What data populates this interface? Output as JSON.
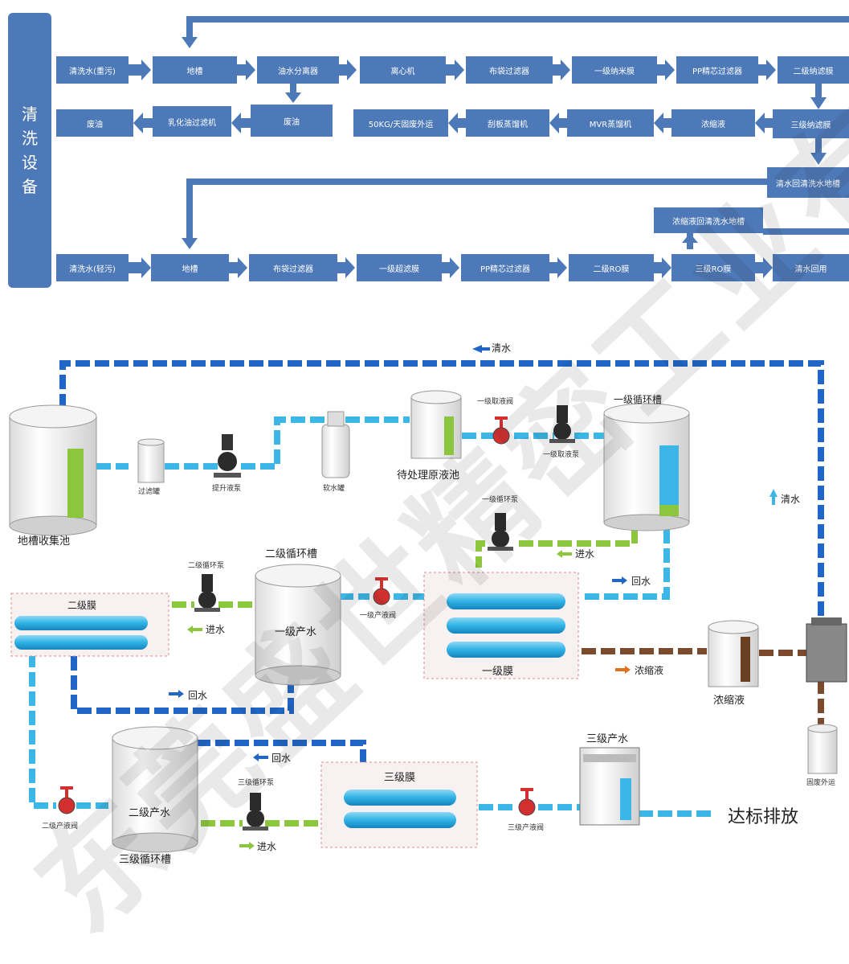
{
  "watermark": "东莞盛世精密工业有限公司",
  "top": {
    "side_label": "清洗设备",
    "row1": [
      "清洗水(重污)",
      "地槽",
      "油水分离器",
      "离心机",
      "布袋过滤器",
      "一级纳米膜",
      "PP精芯过滤器",
      "二级纳滤膜"
    ],
    "row2": [
      "废油",
      "乳化油过滤机",
      "废油",
      "50KG/天固废外运",
      "刮板蒸馏机",
      "MVR蒸馏机",
      "浓缩液",
      "三级纳滤膜"
    ],
    "return1": "清水回清洗水地槽",
    "return2": "浓缩液回清洗水地槽",
    "row3": [
      "清洗水(轻污)",
      "地槽",
      "布袋过滤器",
      "一级超滤膜",
      "PP精芯过滤器",
      "二级RO膜",
      "三级RO膜",
      "清水回用"
    ]
  },
  "bottom": {
    "clear_water_top": "清水",
    "clear_water_right": "清水",
    "collect_pool": "地槽收集池",
    "filter_tank": "过滤罐",
    "lift_pump": "提升液泵",
    "soft_tank": "软水罐",
    "raw_pool": "待处理原液池",
    "valve1_label": "一级取液阀",
    "pump1_label": "一级取液泵",
    "tank1_label": "一级循环槽",
    "pump_circ1": "一级循环泵",
    "in_water1": "进水",
    "return_water1": "回水",
    "membrane1": "一级膜",
    "concentrate_arrow": "浓缩液",
    "concentrate_tank": "浓缩液",
    "tank2_label": "二级循环槽",
    "tank2_inner": "一级产水",
    "valve_prod1": "一级产液阀",
    "membrane2": "二级膜",
    "pump_circ2": "二级循环泵",
    "in_water2": "进水",
    "return_water2": "回水",
    "tank3_inner": "二级产水",
    "tank3_label": "三级循环槽",
    "valve_prod2": "二级产液阀",
    "return_water3": "回水",
    "pump_circ3": "三级循环泵",
    "in_water3": "进水",
    "membrane3": "三级膜",
    "valve_prod3": "三级产液阀",
    "tank_prod3": "三级产水",
    "discharge": "达标排放",
    "solid_waste": "固废外运"
  }
}
